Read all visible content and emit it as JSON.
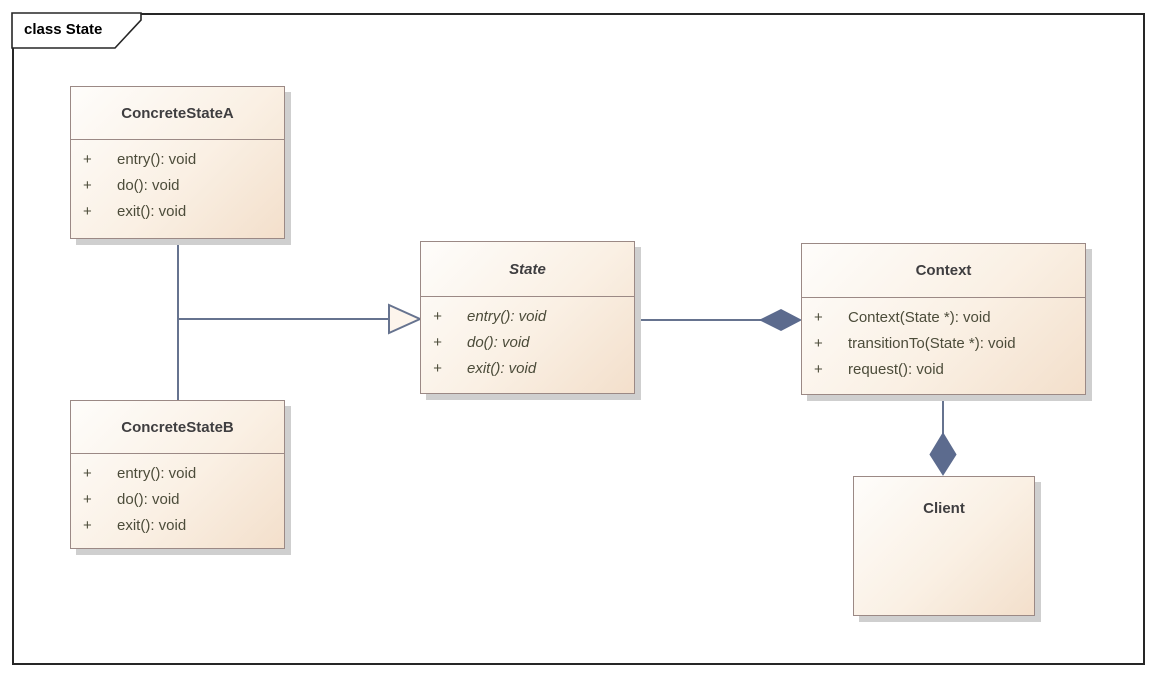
{
  "diagram": {
    "frame_label": "class State"
  },
  "classes": [
    {
      "name": "ConcreteStateA",
      "abstract": false,
      "methods": [
        {
          "visibility": "+",
          "signature": "entry(): void"
        },
        {
          "visibility": "+",
          "signature": "do(): void"
        },
        {
          "visibility": "+",
          "signature": "exit(): void"
        }
      ]
    },
    {
      "name": "ConcreteStateB",
      "abstract": false,
      "methods": [
        {
          "visibility": "+",
          "signature": "entry(): void"
        },
        {
          "visibility": "+",
          "signature": "do(): void"
        },
        {
          "visibility": "+",
          "signature": "exit(): void"
        }
      ]
    },
    {
      "name": "State",
      "abstract": true,
      "methods": [
        {
          "visibility": "+",
          "signature": "entry(): void"
        },
        {
          "visibility": "+",
          "signature": "do(): void"
        },
        {
          "visibility": "+",
          "signature": "exit(): void"
        }
      ]
    },
    {
      "name": "Context",
      "abstract": false,
      "methods": [
        {
          "visibility": "+",
          "signature": "Context(State *): void"
        },
        {
          "visibility": "+",
          "signature": "transitionTo(State *): void"
        },
        {
          "visibility": "+",
          "signature": "request(): void"
        }
      ]
    },
    {
      "name": "Client",
      "abstract": false,
      "methods": []
    }
  ],
  "relations": [
    {
      "type": "generalization",
      "from": "ConcreteStateA",
      "to": "State"
    },
    {
      "type": "generalization",
      "from": "ConcreteStateB",
      "to": "State"
    },
    {
      "type": "composition",
      "whole": "Context",
      "part": "State"
    },
    {
      "type": "composition",
      "whole": "Client",
      "part": "Context"
    }
  ],
  "colors": {
    "connector": "#66738f",
    "diamond_fill": "#5c6b8e",
    "box_border": "#9b8985",
    "box_gradient_start": "#fefdfb",
    "box_gradient_mid": "#faf0e4",
    "box_gradient_end": "#f3dfcb",
    "title_text": "#3f3e40",
    "member_text": "#4c4c3a",
    "frame_border": "#262626",
    "shadow": "#cfcfcf"
  }
}
